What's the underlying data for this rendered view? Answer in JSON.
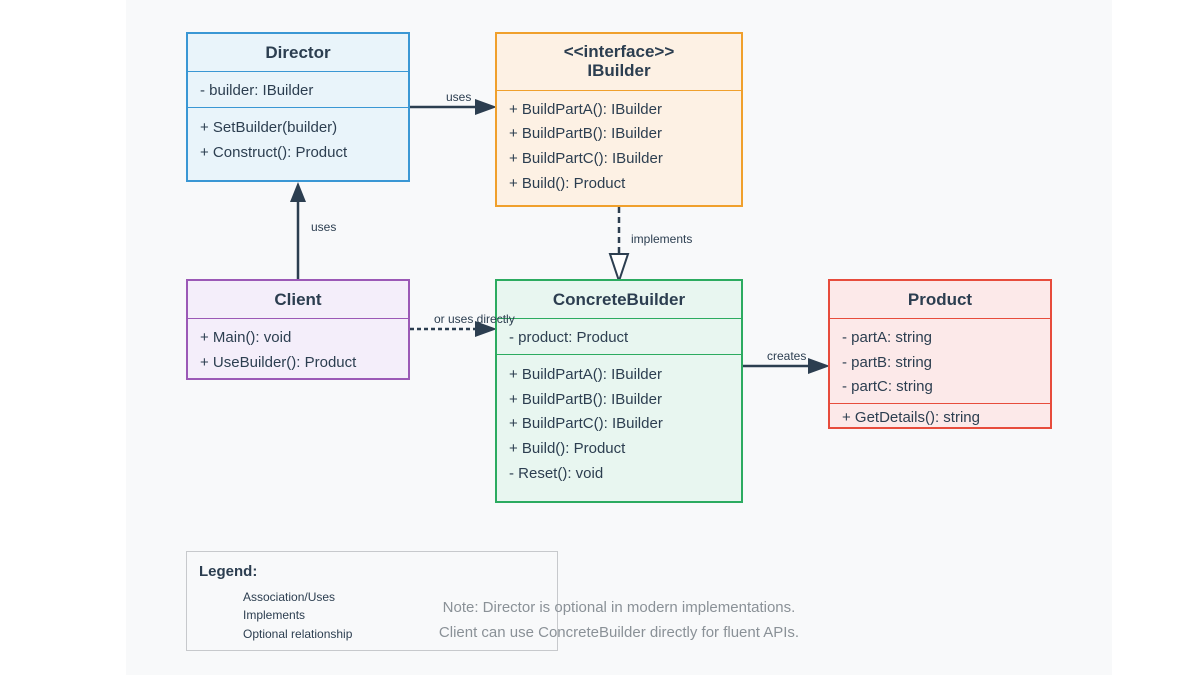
{
  "director": {
    "title": "Director",
    "attributes": [
      "- builder: IBuilder"
    ],
    "methods": [
      "+ SetBuilder(builder)",
      "+ Construct(): Product"
    ]
  },
  "ibuilder": {
    "stereotype": "<<interface>>",
    "title": "IBuilder",
    "methods": [
      "+ BuildPartA(): IBuilder",
      "+ BuildPartB(): IBuilder",
      "+ BuildPartC(): IBuilder",
      "+ Build(): Product"
    ]
  },
  "client": {
    "title": "Client",
    "methods": [
      "+ Main(): void",
      "+ UseBuilder(): Product"
    ]
  },
  "concrete": {
    "title": "ConcreteBuilder",
    "attributes": [
      "- product: Product"
    ],
    "methods": [
      "+ BuildPartA(): IBuilder",
      "+ BuildPartB(): IBuilder",
      "+ BuildPartC(): IBuilder",
      "+ Build(): Product",
      "- Reset(): void"
    ]
  },
  "product": {
    "title": "Product",
    "attributes": [
      "- partA: string",
      "- partB: string",
      "- partC: string"
    ],
    "methods": [
      "+ GetDetails(): string"
    ]
  },
  "edges": {
    "director_ibuilder": "uses",
    "client_director": "uses",
    "concrete_ibuilder": "implements",
    "client_concrete": "or uses directly",
    "concrete_product": "creates"
  },
  "legend": {
    "title": "Legend:",
    "items": [
      "Association/Uses",
      "Implements",
      "Optional relationship"
    ]
  },
  "note": {
    "line1": "Note: Director is optional in modern implementations.",
    "line2": "Client can use ConcreteBuilder directly for fluent APIs."
  },
  "colors": {
    "director": "#3a97d4",
    "ibuilder": "#f0a02c",
    "client": "#9b59b6",
    "concrete": "#2cab60",
    "product": "#e74c3c",
    "line": "#2c3e50"
  }
}
